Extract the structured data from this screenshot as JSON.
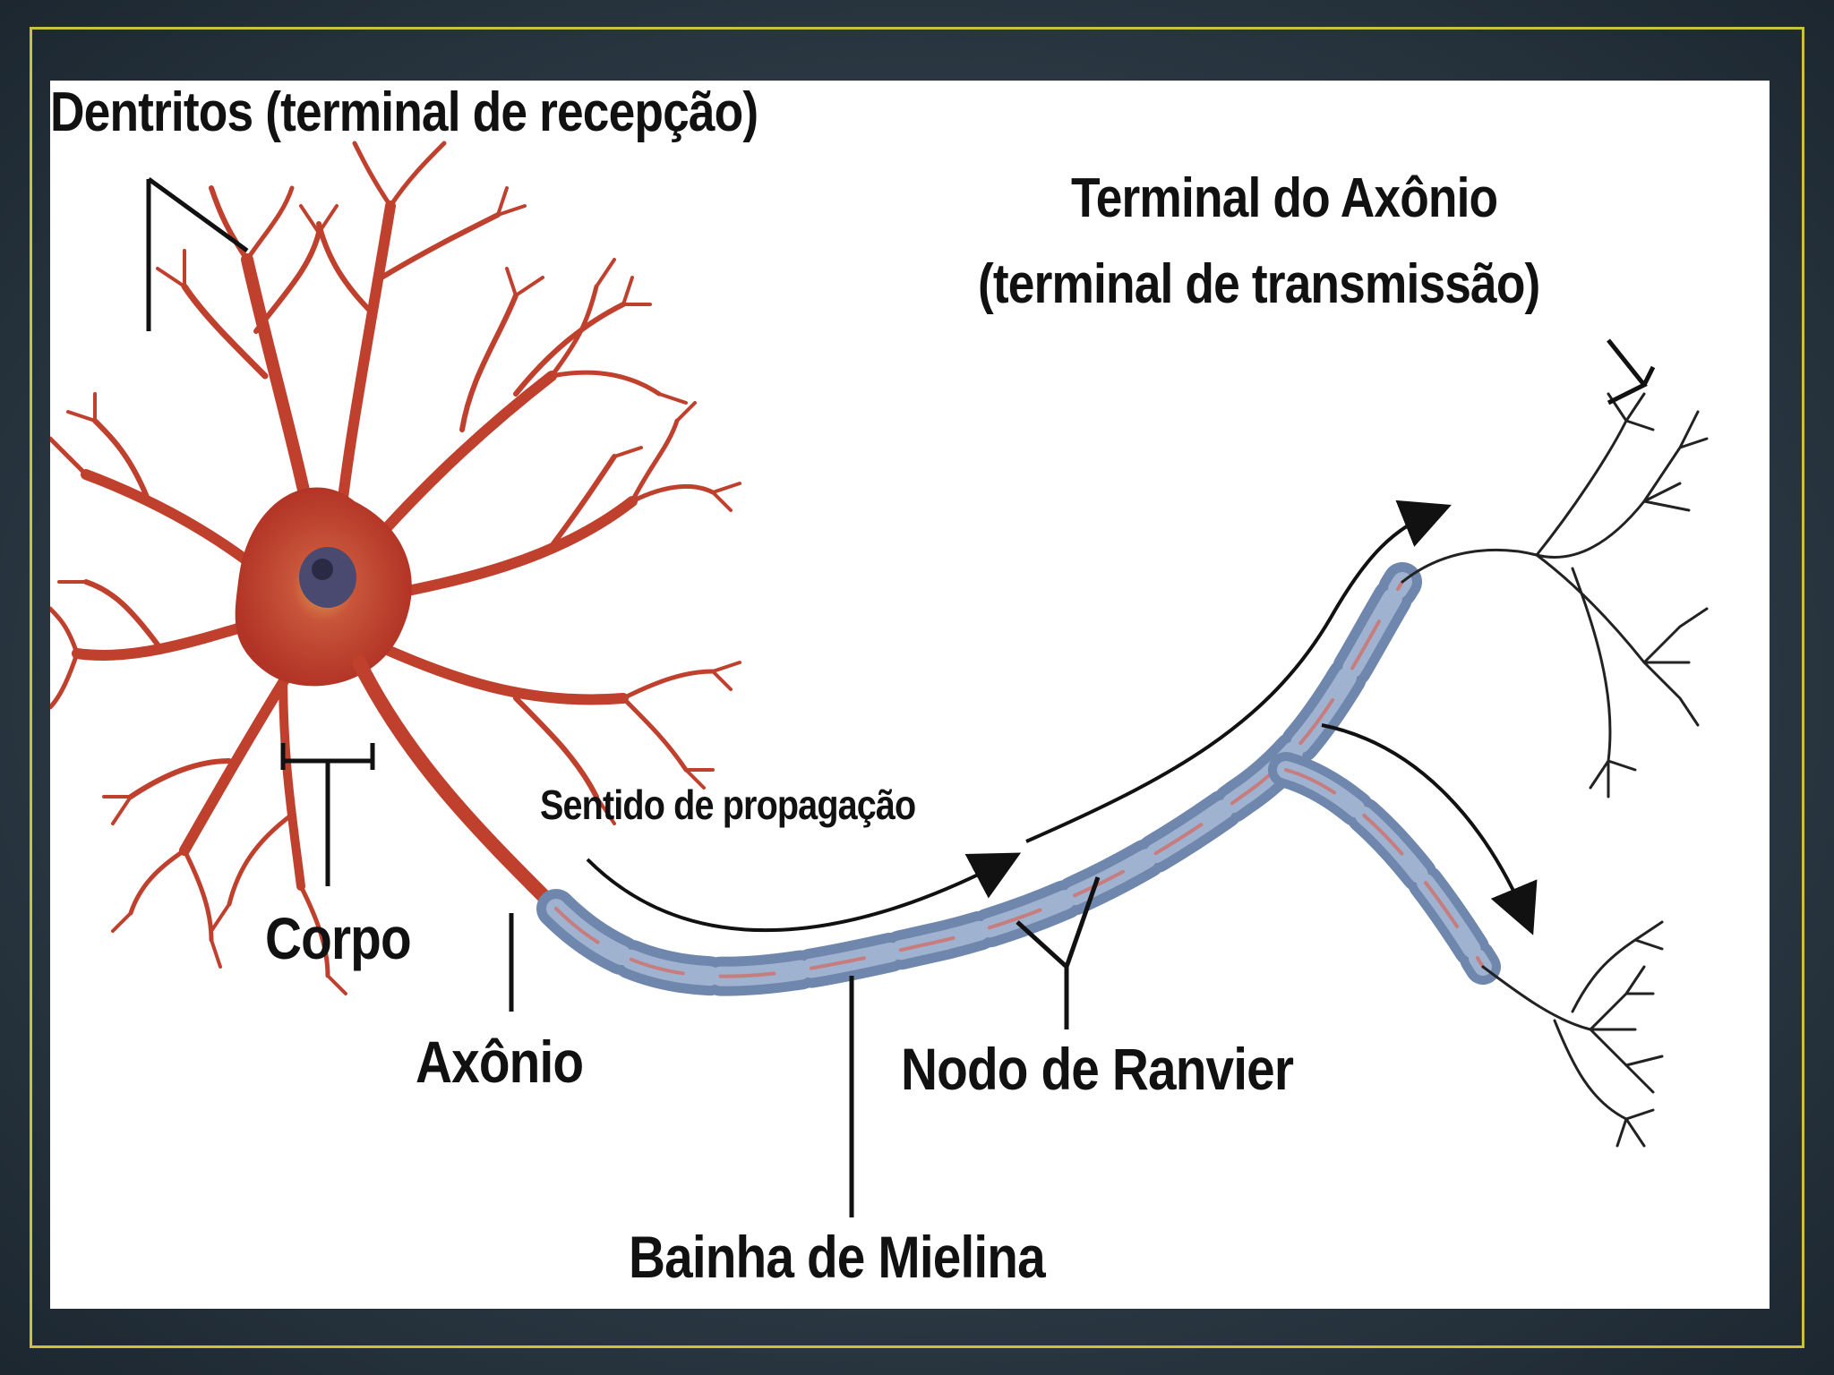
{
  "diagram": {
    "labels": {
      "dendrites": "Dentritos (terminal de recepção)",
      "axon_terminal_line1": "Terminal do Axônio",
      "axon_terminal_line2": "(terminal de transmissão)",
      "propagation": "Sentido de propagação",
      "body": "Corpo",
      "axon": "Axônio",
      "ranvier": "Nodo de Ranvier",
      "myelin": "Bainha de Mielina"
    },
    "colors": {
      "soma": "#b8382a",
      "dendrite": "#c0402e",
      "myelin": "#7a92b8",
      "myelin_inner": "#c98a8a",
      "terminal": "#222222",
      "frame": "#c9c23a"
    }
  }
}
